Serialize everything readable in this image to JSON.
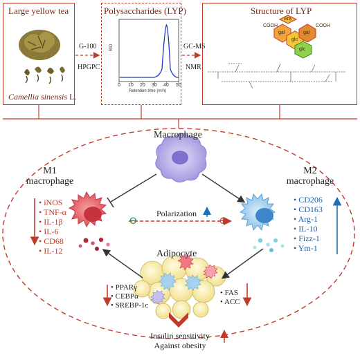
{
  "panels": {
    "tea": {
      "title": "Large yellow tea",
      "species": "Camellia sinensis",
      "species_suffix": "L."
    },
    "lyp": {
      "title": "Polysaccharides (LYP)",
      "xaxis_label": "Retention time (min)",
      "x_ticks": [
        "0",
        "10",
        "20",
        "30",
        "40",
        "50"
      ],
      "yaxis_label": "RID"
    },
    "structure": {
      "title": "Structure of LYP",
      "sugar_units": [
        "gal",
        "glc",
        "gal",
        "Ara",
        "glc"
      ],
      "groups": [
        "COOH",
        "COOH"
      ]
    }
  },
  "arrows": {
    "step1_top": "G-100",
    "step1_bottom": "HPGPC",
    "step2_top": "GC-MS",
    "step2_bottom": "NMR"
  },
  "cells": {
    "macrophage": "Macrophage",
    "m1_line1": "M1",
    "m1_line2": "macrophage",
    "m2_line1": "M2",
    "m2_line2": "macrophage",
    "adipocyte": "Adipocyte",
    "polarization": "Polarization",
    "minus": "⊖",
    "plus": "⊕"
  },
  "m1_markers": [
    "iNOS",
    "TNF-α",
    "IL-1β",
    "IL-6",
    "CD68",
    "IL-12"
  ],
  "m2_markers": [
    "CD206",
    "CD163",
    "Arg-1",
    "IL-10",
    "Fizz-1",
    "Ym-1"
  ],
  "adipo_left": [
    "PPARγ",
    "CEBPα",
    "SREBP-1c"
  ],
  "adipo_right": [
    "FAS",
    "ACC"
  ],
  "outcome": {
    "line1": "Insulin sensitivity",
    "line2": "Against obesity"
  },
  "colors": {
    "frame": "#c0392b",
    "m1": "#e0505a",
    "m2": "#8ec3ea",
    "macrophage": "#a79ae0",
    "down": "#c0392b",
    "up": "#1f6fb8"
  }
}
